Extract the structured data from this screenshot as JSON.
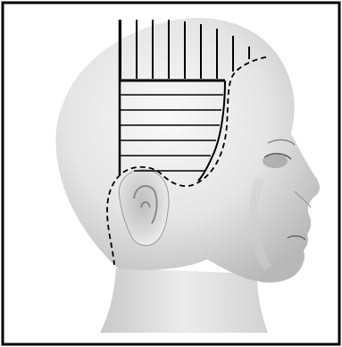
{
  "figure": {
    "colors": {
      "background": "#ffffff",
      "frame": "#000000",
      "head_fill": "#e6e6e6",
      "head_shadow": "#b9b9b9",
      "head_highlight": "#fbfbfb",
      "lines": "#000000"
    },
    "elements": [
      "mannequin-head-profile",
      "ear",
      "vertical-lined-zone",
      "horizontal-lined-zone",
      "dashed-boundary"
    ]
  }
}
